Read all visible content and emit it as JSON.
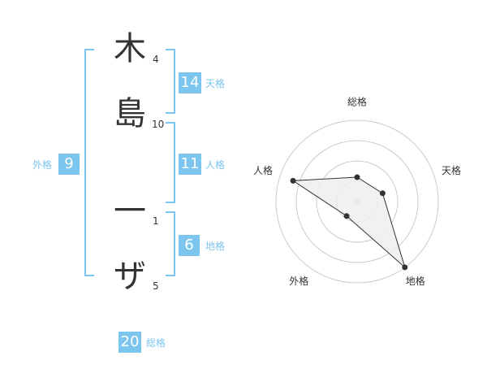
{
  "name": {
    "characters": [
      {
        "char": "木",
        "strokes": "4"
      },
      {
        "char": "島",
        "strokes": "10"
      },
      {
        "char": "一",
        "strokes": "1"
      },
      {
        "char": "ザ",
        "strokes": "5"
      }
    ]
  },
  "fortune": {
    "tenkaku": {
      "value": "14",
      "label": "天格"
    },
    "jinkaku": {
      "value": "11",
      "label": "人格"
    },
    "chikaku": {
      "value": "6",
      "label": "地格"
    },
    "gaikaku": {
      "value": "9",
      "label": "外格"
    },
    "soukaku": {
      "value": "20",
      "label": "総格"
    }
  },
  "colors": {
    "accent": "#7cc5ef",
    "text": "#333333",
    "grid": "#cccccc",
    "fill": "#eeeeee"
  },
  "chart_data": {
    "type": "radar",
    "axes": [
      "総格",
      "天格",
      "地格",
      "外格",
      "人格"
    ],
    "values": [
      0.3,
      0.33,
      1.0,
      0.22,
      0.83
    ],
    "rings": 4,
    "range": [
      0,
      1
    ]
  }
}
